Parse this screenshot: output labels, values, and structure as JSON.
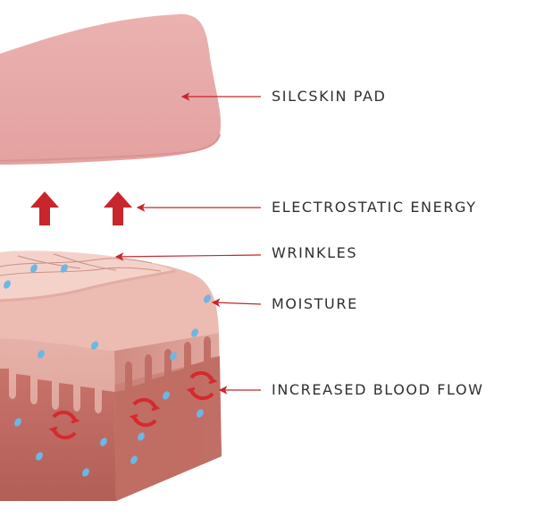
{
  "labels": {
    "pad": "SILCSKIN PAD",
    "energy": "ELECTROSTATIC ENERGY",
    "wrinkles": "WRINKLES",
    "moisture": "MOISTURE",
    "blood_flow": "INCREASED BLOOD FLOW"
  },
  "colors": {
    "pad": "#e7a6a6",
    "arrow_red": "#c8262d",
    "skin_top": "#f2c9c1",
    "skin_front": "#dca49a",
    "dermis": "#c46c63",
    "moisture_blue": "#6bb7e6",
    "label_text": "#2f2f2f"
  },
  "icons": [
    "up-arrow-icon",
    "circular-flow-icon",
    "water-drop-icon",
    "leader-arrow-icon"
  ]
}
